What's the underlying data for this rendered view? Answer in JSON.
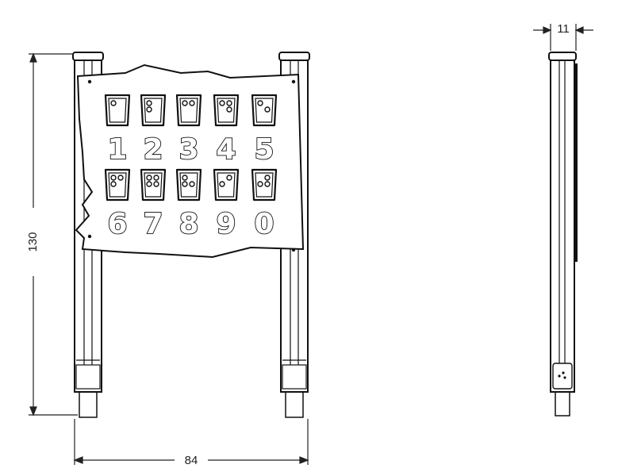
{
  "dimensions": {
    "height": "130",
    "width": "84",
    "depth": "11"
  },
  "panel": {
    "digits": [
      "1",
      "2",
      "3",
      "4",
      "5",
      "6",
      "7",
      "8",
      "9",
      "0"
    ],
    "braille_cells": [
      [
        1
      ],
      [
        1,
        2
      ],
      [
        1,
        4
      ],
      [
        1,
        4,
        5
      ],
      [
        1,
        5
      ],
      [
        1,
        2,
        4
      ],
      [
        1,
        2,
        4,
        5
      ],
      [
        1,
        2,
        5
      ],
      [
        2,
        4
      ],
      [
        2,
        4,
        5
      ]
    ]
  }
}
